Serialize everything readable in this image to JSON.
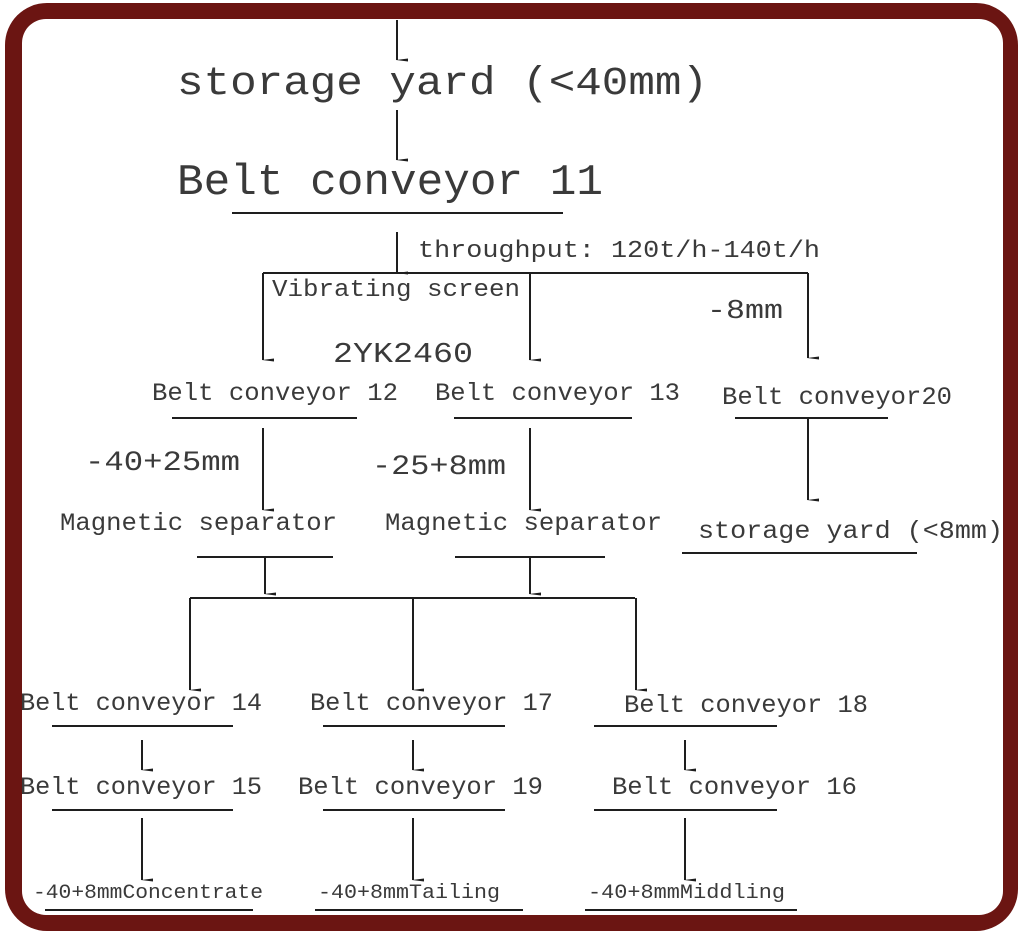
{
  "colors": {
    "frame": "#6b1512",
    "text": "#3a3a3a",
    "line": "#1e1e1e"
  },
  "nodes": {
    "storage_yard_40": "storage yard (<40mm)",
    "belt_11": "Belt conveyor 11",
    "throughput": "throughput: 120t/h-140t/h",
    "vibrating_screen": "Vibrating screen",
    "screen_model": "2YK2460",
    "minus_8mm": "-8mm",
    "belt_12": "Belt conveyor 12",
    "belt_13": "Belt conveyor 13",
    "belt_20": "Belt conveyor20",
    "size_40_25": "-40+25mm",
    "size_25_8": "-25+8mm",
    "mag_sep_1": "Magnetic separator",
    "mag_sep_2": "Magnetic separator",
    "storage_yard_8": "storage yard (<8mm)",
    "belt_14": "Belt conveyor 14",
    "belt_17": "Belt conveyor 17",
    "belt_18": "Belt conveyor 18",
    "belt_15": "Belt conveyor 15",
    "belt_19": "Belt conveyor 19",
    "belt_16": "Belt conveyor 16",
    "concentrate": "-40+8mmConcentrate",
    "tailing": "-40+8mmTailing",
    "middling": "-40+8mmMiddling"
  }
}
